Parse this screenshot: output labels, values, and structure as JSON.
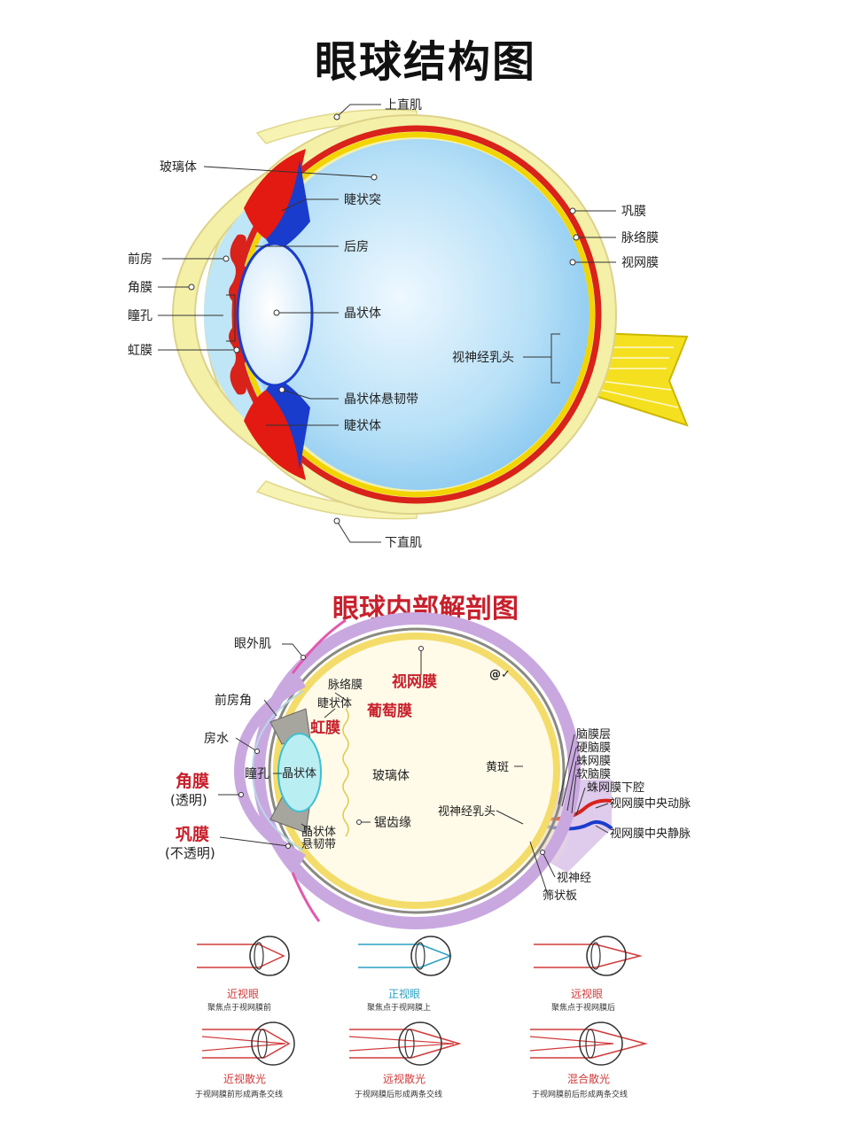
{
  "top": {
    "title": "眼球结构图",
    "labels": {
      "shangzhiji": "上直肌",
      "boliti": "玻璃体",
      "jiezhuangtu": "睫状突",
      "houfang": "后房",
      "qianfang": "前房",
      "jiaomo": "角膜",
      "tongkong": "瞳孔",
      "hongmo": "虹膜",
      "jingzhuangti": "晶状体",
      "xuanrendai": "晶状体悬韧带",
      "jiezhuangti": "睫状体",
      "xiazhiji": "下直肌",
      "gongmo": "巩膜",
      "mailuomo": "脉络膜",
      "shiwangmo": "视网膜",
      "shishenjing": "视神经乳头"
    }
  },
  "bottom": {
    "title": "眼球内部解剖图",
    "labels": {
      "yanwaiji": "眼外肌",
      "qianfangjiao": "前房角",
      "fangshui": "房水",
      "jiaomo": "角膜",
      "jiaomo_sub": "(透明)",
      "gongmo": "巩膜",
      "gongmo_sub": "(不透明)",
      "tongkong": "瞳孔",
      "jingzhuangti": "晶状体",
      "mailuomo": "脉络膜",
      "jiezhuangti": "睫状体",
      "hongmo": "虹膜",
      "shiwangmo": "视网膜",
      "putaomo": "葡萄膜",
      "boliti": "玻璃体",
      "juchiyuan": "锯齿缘",
      "xuanrendai_1": "晶状体",
      "xuanrendai_2": "悬韧带",
      "huangban": "黄斑",
      "shishenjingrutou": "视神经乳头",
      "naomoceng": "脑膜层",
      "yingnaomo": "硬脑膜",
      "zhuwangmo": "蛛网膜",
      "ruannaomo": "软脑膜",
      "zhuwangmoxiaqiang": "蛛网膜下腔",
      "dongmai": "视网膜中央动脉",
      "jingmai": "视网膜中央静脉",
      "shishenjing": "视神经",
      "shaizhuangban": "筛状板",
      "watermark": "@✓"
    },
    "vision": [
      {
        "name": "近视眼",
        "desc": "聚焦点于视网膜前",
        "color": "#d23a3a"
      },
      {
        "name": "正视眼",
        "desc": "聚焦点于视网膜上",
        "color": "#2a9fc0"
      },
      {
        "name": "远视眼",
        "desc": "聚焦点于视网膜后",
        "color": "#d23a3a"
      },
      {
        "name": "近视散光",
        "desc": "于视网膜前形成两条交线",
        "color": "#d23a3a"
      },
      {
        "name": "远视散光",
        "desc": "于视网膜后形成两条交线",
        "color": "#d23a3a"
      },
      {
        "name": "混合散光",
        "desc": "于视网膜前后形成两条交线",
        "color": "#d23a3a"
      }
    ]
  },
  "colors": {
    "sclera": "#f4f0a8",
    "retina_red": "#d8221a",
    "choroid_yellow": "#f2d400",
    "vitreous": "#9fd4f4",
    "ciliary_red": "#e21a12",
    "ciliary_blue": "#1a3ccc",
    "outer_purple": "#c9a8e0",
    "accent_red": "#c8202c"
  }
}
